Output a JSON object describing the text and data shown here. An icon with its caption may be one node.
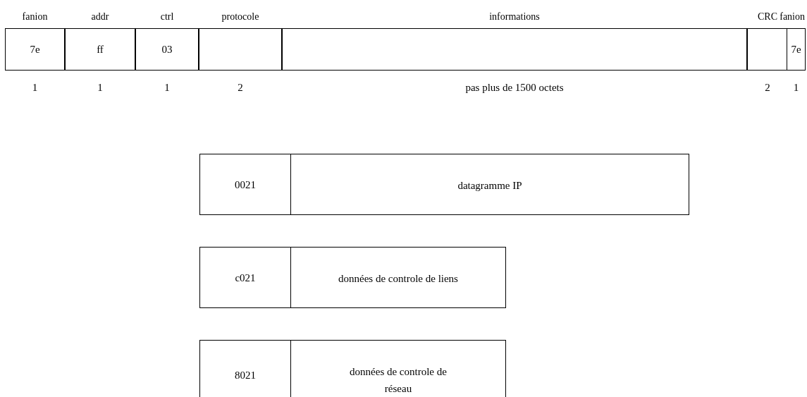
{
  "diagram": {
    "nodes": [
      {
        "text": [
          "fanion",
          "7e"
        ],
        "beside": [
          "1"
        ]
      },
      {
        "text": [
          "addr",
          "ff"
        ],
        "beside": [
          "1"
        ]
      },
      {
        "text": [
          "ctrl",
          "03"
        ],
        "beside": [
          "1"
        ]
      },
      {
        "text": [
          "protocole"
        ],
        "beside": [
          "2"
        ]
      },
      {
        "text": [
          "informations"
        ],
        "beside": [
          "pas plus de 1500 octets"
        ]
      },
      {
        "text": [
          "CRC"
        ],
        "beside": [
          "2"
        ]
      },
      {
        "text": [
          "fanion",
          "7e"
        ],
        "beside": [
          "1"
        ]
      },
      {
        "text": [
          "0021"
        ]
      },
      {
        "text": [
          "datagramme IP"
        ]
      },
      {
        "text": [
          "c021"
        ]
      },
      {
        "text": [
          "données de controle de liens"
        ]
      },
      {
        "text": [
          "8021"
        ]
      },
      {
        "text": [
          "données de controle de réseau"
        ]
      }
    ]
  }
}
